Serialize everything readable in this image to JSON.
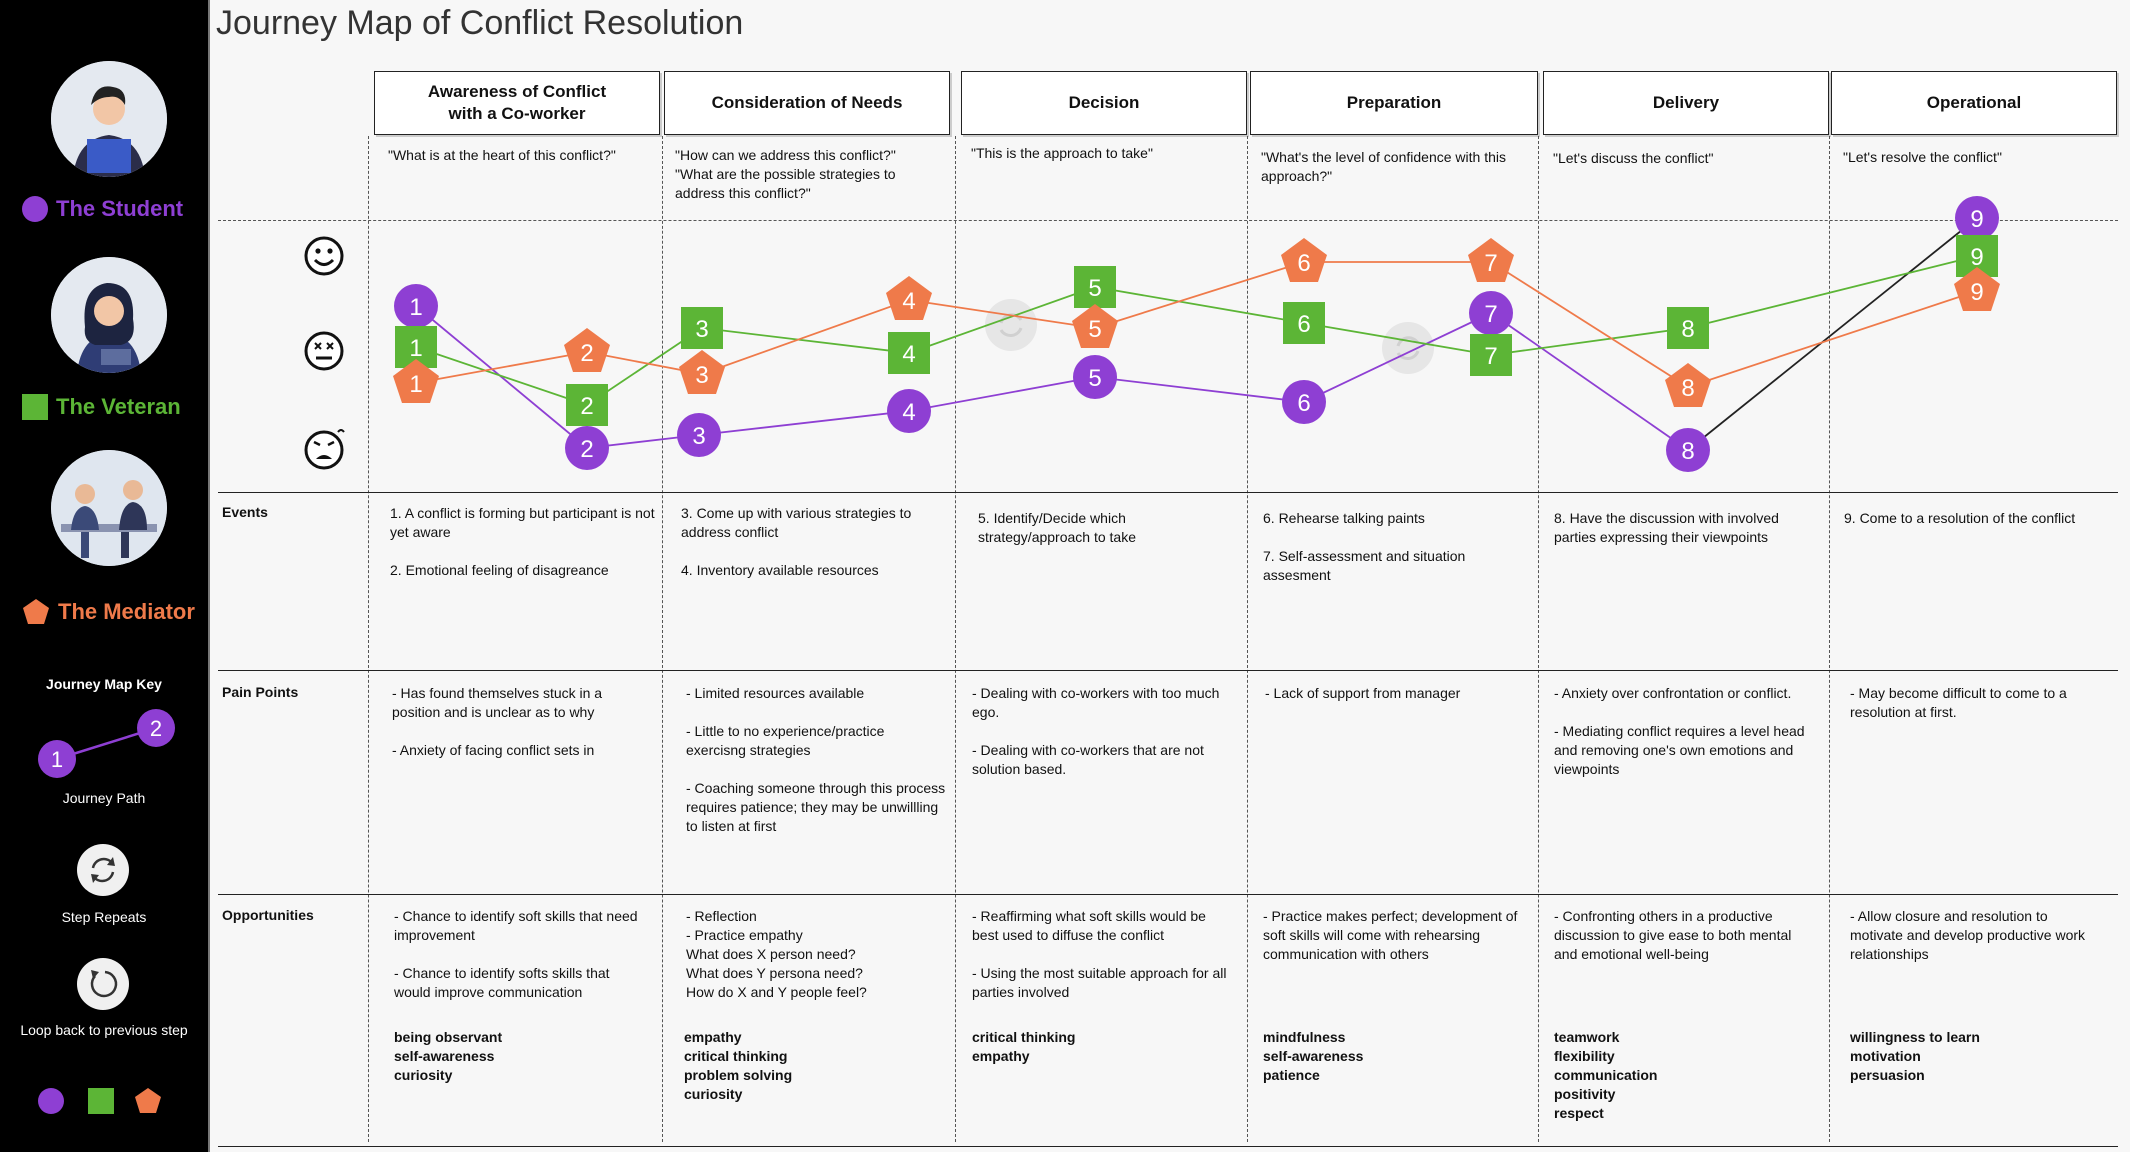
{
  "title": "Journey Map of Conflict Resolution",
  "personas": [
    {
      "name": "The Student",
      "color": "#8e3fd3",
      "shape": "circle"
    },
    {
      "name": "The Veteran",
      "color": "#5cb536",
      "shape": "square"
    },
    {
      "name": "The Mediator",
      "color": "#ef7a4a",
      "shape": "pentagon"
    }
  ],
  "key": {
    "heading": "Journey Map Key",
    "path_label": "Journey  Path",
    "path_points": [
      "1",
      "2"
    ],
    "repeat_label": "Step Repeats",
    "loop_label": "Loop back to previous step",
    "repeat_icon": "refresh-icon",
    "loop_icon": "loop-back-icon"
  },
  "emotions": [
    "happy-face-icon",
    "neutral-face-icon",
    "frustrated-face-icon"
  ],
  "stages": [
    {
      "name": "Awareness of Conflict\nwith a Co-worker",
      "quote": "\"What is at the heart of this conflict?\""
    },
    {
      "name": "Consideration of Needs",
      "quote": "\"How can we address this conflict?\"\n\"What are the possible strategies to address this conflict?\""
    },
    {
      "name": "Decision",
      "quote": "\"This is the approach to take\""
    },
    {
      "name": "Preparation",
      "quote": "\"What's the level of confidence with this approach?\""
    },
    {
      "name": "Delivery",
      "quote": "\"Let's discuss the conflict\""
    },
    {
      "name": "Operational",
      "quote": "\"Let's resolve the conflict\""
    }
  ],
  "row_labels": {
    "events": "Events",
    "pain_points": "Pain Points",
    "opportunities": "Opportunities"
  },
  "events": [
    "1.   A conflict is forming but participant is not yet aware\n\n2.   Emotional feeling of disagreance",
    "3. Come up with various strategies to address conflict\n\n4. Inventory available resources",
    "5. Identify/Decide which strategy/approach to take",
    "6. Rehearse talking paints\n\n7. Self-assessment and situation assesment",
    "8. Have the discussion with involved parties expressing their viewpoints",
    "9. Come to a resolution of the conflict"
  ],
  "pain_points": [
    "- Has found themselves stuck in a position and is unclear as to why\n\n- Anxiety of facing conflict sets in",
    "- Limited resources available\n\n- Little to no experience/practice exercisng strategies\n\n- Coaching someone through this process requires patience; they may be unwillling to listen at first",
    "- Dealing with co-workers with too much ego.\n\n- Dealing with co-workers that are not solution based.",
    "- Lack of support from manager",
    "- Anxiety over confrontation or conflict.\n\n- Mediating conflict requires a level head and removing one's own emotions and viewpoints",
    "- May become difficult to come to a resolution at first."
  ],
  "opportunities": [
    "- Chance to identify soft skills that need improvement\n\n- Chance to identify softs skills that would improve communication",
    "- Reflection\n- Practice empathy\n      What does X person need?\n      What does Y persona need?\n      How do X and Y people feel?",
    "- Reaffirming what soft skills would be best used to diffuse the conflict\n\n- Using the most suitable approach for all parties involved",
    "- Practice makes perfect; development of soft skills will come with rehearsing communication with others",
    "- Confronting others in a productive discussion to give ease to both mental and emotional well-being",
    "- Allow closure and resolution to motivate and develop productive work relationships"
  ],
  "skills": [
    "being observant\nself-awareness\ncuriosity",
    "empathy\ncritical thinking\nproblem solving\ncuriosity",
    "critical thinking\nempathy",
    "mindfulness\nself-awareness\npatience",
    "teamwork\nflexibility\ncommunication\npositivity\nrespect",
    "willingness to learn\nmotivation\npersuasion"
  ],
  "journey": {
    "student": [
      {
        "step": "1",
        "stage": 1,
        "level": "high"
      },
      {
        "step": "2",
        "stage": 1,
        "level": "low"
      },
      {
        "step": "3",
        "stage": 2,
        "level": "low"
      },
      {
        "step": "4",
        "stage": 2,
        "level": "mid-low"
      },
      {
        "step": "5",
        "stage": 3,
        "level": "mid-low"
      },
      {
        "step": "6",
        "stage": 4,
        "level": "mid-low"
      },
      {
        "step": "7",
        "stage": 4,
        "level": "mid"
      },
      {
        "step": "8",
        "stage": 5,
        "level": "low"
      },
      {
        "step": "9",
        "stage": 6,
        "level": "top"
      }
    ],
    "veteran": [
      {
        "step": "1",
        "stage": 1,
        "level": "mid"
      },
      {
        "step": "2",
        "stage": 1,
        "level": "mid-low"
      },
      {
        "step": "3",
        "stage": 2,
        "level": "mid"
      },
      {
        "step": "4",
        "stage": 2,
        "level": "mid"
      },
      {
        "step": "5",
        "stage": 3,
        "level": "high"
      },
      {
        "step": "6",
        "stage": 4,
        "level": "mid"
      },
      {
        "step": "7",
        "stage": 4,
        "level": "mid"
      },
      {
        "step": "8",
        "stage": 5,
        "level": "mid"
      },
      {
        "step": "9",
        "stage": 6,
        "level": "top"
      }
    ],
    "mediator": [
      {
        "step": "1",
        "stage": 1,
        "level": "mid"
      },
      {
        "step": "2",
        "stage": 1,
        "level": "mid"
      },
      {
        "step": "3",
        "stage": 2,
        "level": "mid"
      },
      {
        "step": "4",
        "stage": 2,
        "level": "high"
      },
      {
        "step": "5",
        "stage": 3,
        "level": "mid"
      },
      {
        "step": "6",
        "stage": 4,
        "level": "top"
      },
      {
        "step": "7",
        "stage": 4,
        "level": "top"
      },
      {
        "step": "8",
        "stage": 5,
        "level": "mid-low"
      },
      {
        "step": "9",
        "stage": 6,
        "level": "high"
      }
    ]
  },
  "repeat_markers": [
    {
      "stage": 3,
      "icon": "refresh-icon"
    },
    {
      "stage": 4,
      "icon": "refresh-icon"
    }
  ]
}
